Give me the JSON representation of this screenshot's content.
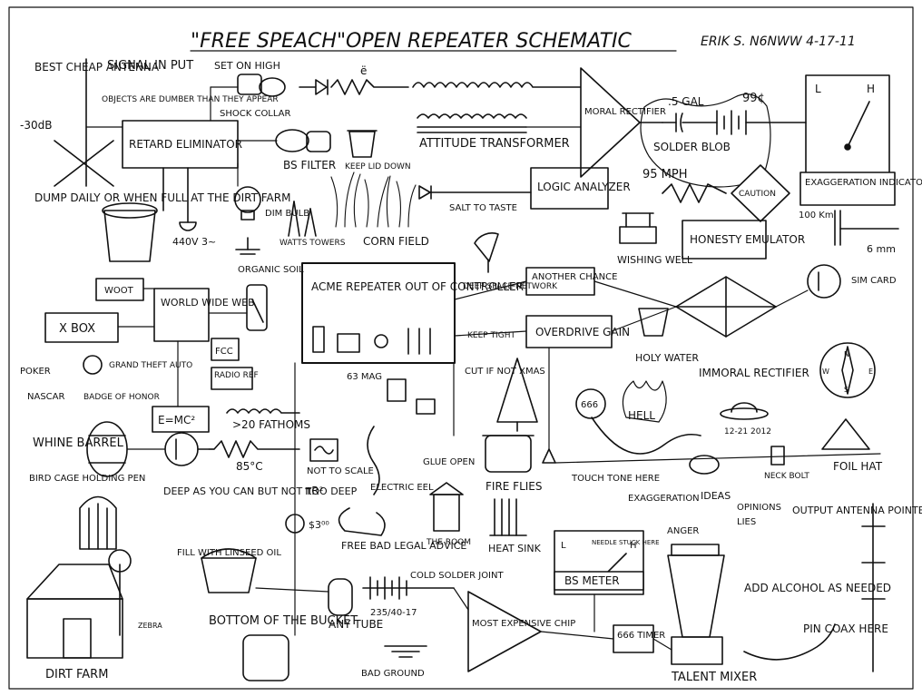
{
  "title": "\"FREE SPEACH\"OPEN REPEATER SCHEMATIC",
  "author": "ERIK S. N6NWW 4-17-11",
  "labels": {
    "best_cheap_antenna": "BEST CHEAP ANTENNA",
    "minus30db": "-30dB",
    "signal_in_put": "SIGNAL IN PUT",
    "set_on_high": "SET ON HIGH",
    "objects_are_dumber": "OBJECTS ARE DUMBER THAN THEY APPEAR",
    "shock_collar": "SHOCK COLLAR",
    "retard_eliminator": "RETARD ELIMINATOR",
    "bs_filter": "BS FILTER",
    "keep_lid_down": "KEEP LID DOWN",
    "attitude_transformer": "ATTITUDE TRANSFORMER",
    "moral_rectifier": "MORAL RECTIFIER",
    "half_gal": ".5 GAL",
    "cents_99": "99¢",
    "solder_blob": "SOLDER BLOB",
    "mph_95": "95 MPH",
    "caution": "CAUTION",
    "exaggeration_indicator": "EXAGGERATION INDICATOR",
    "meter_l": "L",
    "meter_h": "H",
    "dump_daily": "DUMP DAILY OR WHEN FULL AT THE DIRT FARM",
    "dim_bulb": "DIM BULB",
    "v440": "440V 3~",
    "watts_towers": "WATTS TOWERS",
    "organic_soil": "ORGANIC SOIL",
    "corn_field": "CORN FIELD",
    "salt_to_taste": "SALT TO TASTE",
    "logic_analyzer": "LOGIC ANALYZER",
    "wishing_well": "WISHING WELL",
    "honesty_emulator": "HONESTY EMULATOR",
    "km100": "100 Km",
    "mm6": "6 mm",
    "sim_card": "SIM CARD",
    "woot": "WOOT",
    "world_wide_web": "WORLD WIDE WEB",
    "acme_controller": "ACME REPEATER OUT OF CONTROLLER",
    "deep_space_network": "DEEP SPACE NETWORK",
    "another_chance": "ANOTHER CHANCE",
    "overdrive_gain": "OVERDRIVE GAIN",
    "keep_tight": "KEEP TIGHT",
    "holy_water": "HOLY WATER",
    "immoral_rectifier": "IMMORAL RECTIFIER",
    "x_box": "X BOX",
    "fcc": "FCC",
    "radio_ref": "RADIO REF",
    "poker": "POKER",
    "grand_theft_auto": "GRAND THEFT AUTO",
    "nascar": "NASCAR",
    "badge_of_honor": "BADGE OF HONOR",
    "mag_63": "63 MAG",
    "cut_if_not_xmas": "CUT IF NOT XMAS",
    "num_666": "666",
    "hell": "HELL",
    "emc2": "E=MC²",
    "fathoms": ">20 FATHOMS",
    "whine_barrel": "WHINE BARREL",
    "deg85": "85°C",
    "not_to_scale": "NOT TO SCALE",
    "pi_r2": "πR²",
    "electric_eel": "ELECTRIC EEL",
    "glue_open": "GLUE OPEN",
    "fire_flies": "FIRE FLIES",
    "touch_tone_here": "TOUCH TONE HERE",
    "date_2012": "12-21 2012",
    "neck_bolt": "NECK BOLT",
    "foil_hat": "FOIL HAT",
    "bird_cage": "BIRD CAGE HOLDING PEN",
    "deep_as_you_can": "DEEP AS YOU CAN BUT NOT TOO DEEP",
    "dollar3": "$3⁰⁰",
    "free_bad_legal": "FREE BAD LEGAL ADVICE",
    "the_room": "THE ROOM",
    "heat_sink": "HEAT SINK",
    "exaggeration": "EXAGGERATION",
    "ideas": "IDEAS",
    "opinions": "OPINIONS",
    "anger": "ANGER",
    "lies": "LIES",
    "output_antenna": "OUTPUT ANTENNA POINTED AWAY FROM IE",
    "fill_with_linseed": "FILL WITH LINSEED OIL",
    "needle_stuck": "NEEDLE STUCK HERE",
    "bs_meter": "BS METER",
    "add_alcohol": "ADD ALCOHOL AS NEEDED",
    "cold_solder": "COLD SOLDER JOINT",
    "dirt_farm": "DIRT FARM",
    "zebra": "ZEBRA",
    "bottom_bucket": "BOTTOM OF THE BUCKET",
    "any_tube": "ANY TUBE",
    "num_235": "235/40-17",
    "most_expensive_chip": "MOST EXPENSIVE CHIP",
    "timer_666": "666 TIMER",
    "talent_mixer": "TALENT MIXER",
    "pin_coax_here": "PIN COAX HERE",
    "bad_ground": "BAD GROUND"
  }
}
